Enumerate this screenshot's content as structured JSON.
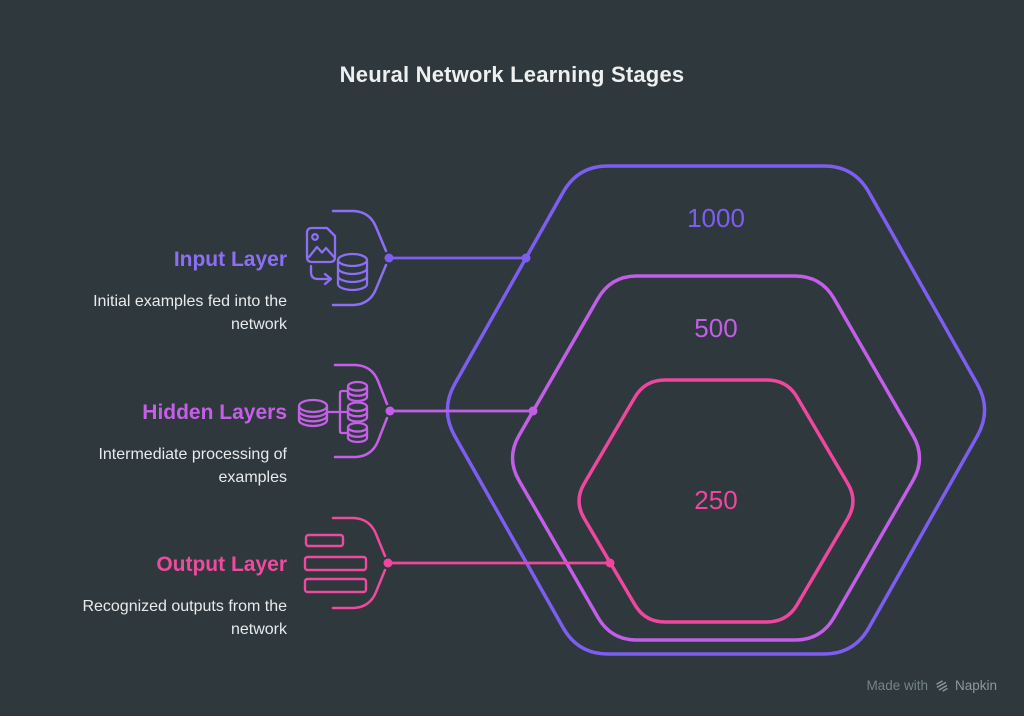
{
  "title": "Neural Network Learning Stages",
  "colors": {
    "background": "#2e383d",
    "text": "#e9ebeb",
    "title": "#eef0f0",
    "footer_text": "#74828a",
    "footer_brand": "#8e999d"
  },
  "stages": [
    {
      "id": "input",
      "label": "Input Layer",
      "description": "Initial examples fed into the\nnetwork",
      "value": "1000",
      "color": "#8c6ff2",
      "stroke": "#7d5ef0",
      "icon": "image-to-database-icon"
    },
    {
      "id": "hidden",
      "label": "Hidden Layers",
      "description": "Intermediate processing of\nexamples",
      "value": "500",
      "color": "#c65fe8",
      "stroke": "#c35ee8",
      "icon": "database-branch-icon"
    },
    {
      "id": "output",
      "label": "Output Layer",
      "description": "Recognized outputs from the\nnetwork",
      "value": "250",
      "color": "#ee4a9e",
      "stroke": "#f046a0",
      "icon": "output-bars-icon"
    }
  ],
  "footer": {
    "made_with": "Made with",
    "brand": "Napkin"
  }
}
